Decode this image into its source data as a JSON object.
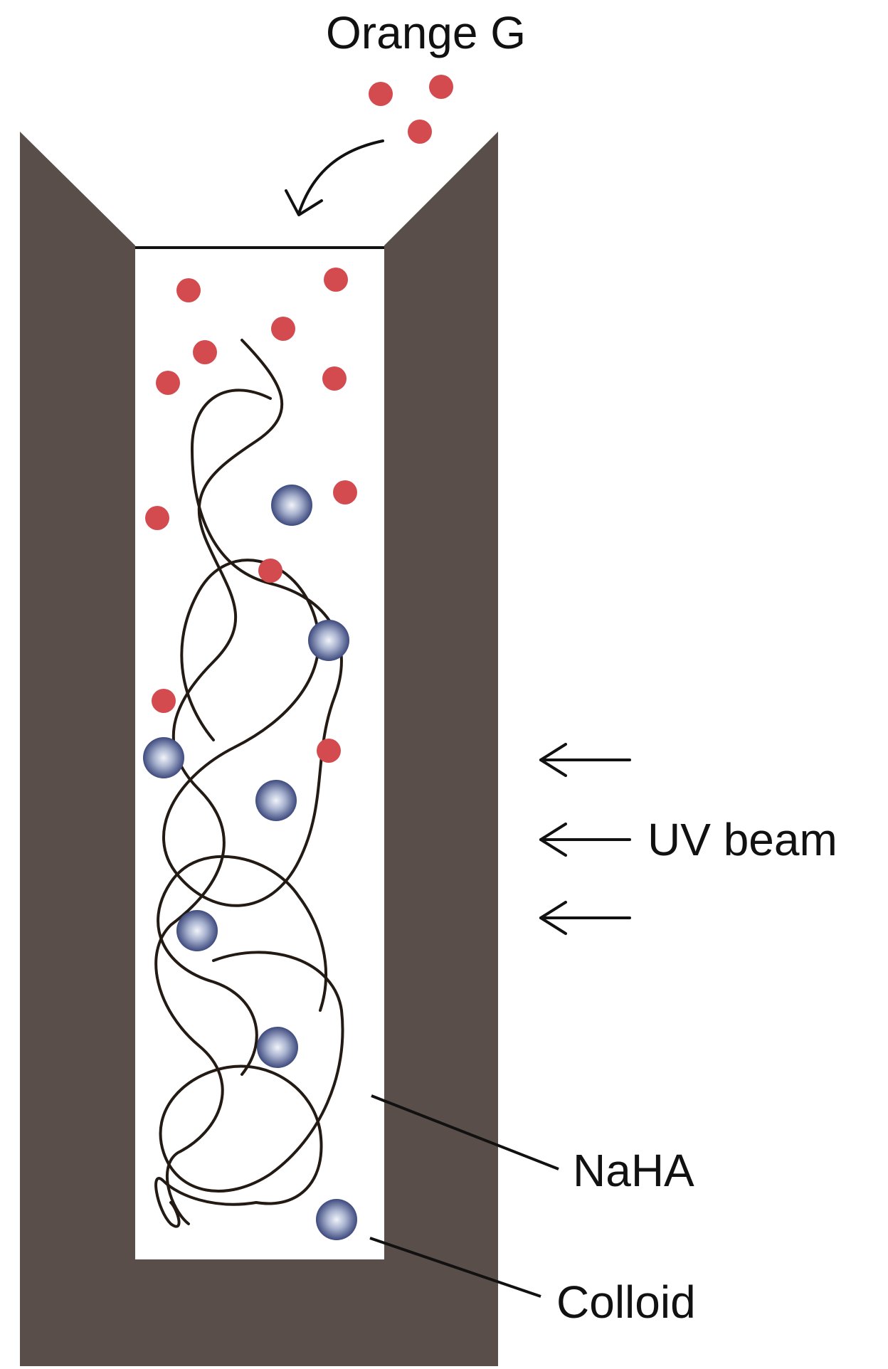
{
  "labels": {
    "dye": "Orange G",
    "beam": "UV beam",
    "polymer": "NaHA",
    "particle": "Colloid"
  },
  "colors": {
    "cuvette_wall": "#5a4e4a",
    "dye_dot": "#d34a4f",
    "colloid_center": "#f2f4fa",
    "colloid_edge": "#3e4a7e",
    "fiber": "#231a14"
  },
  "icons": [
    "curved-arrow-icon",
    "left-arrow-icon"
  ]
}
